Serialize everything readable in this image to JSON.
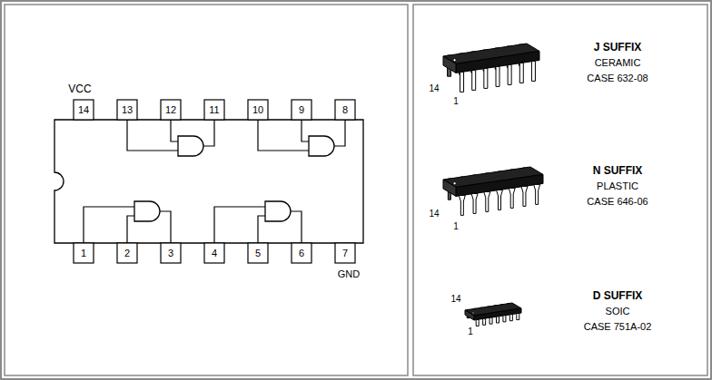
{
  "diagram": {
    "labels": [
      "VCC",
      "14",
      "13",
      "12",
      "11",
      "10",
      "9",
      "8",
      "1",
      "2",
      "3",
      "4",
      "5",
      "6",
      "7",
      "GND",
      "J SUFFIX",
      "CERAMIC",
      "CASE 632-08",
      "14",
      "1",
      "N SUFFIX",
      "PLASTIC",
      "CASE 646-06",
      "14",
      "1",
      "D SUFFIX",
      "SOIC",
      "CASE 751A-02",
      "14",
      "1"
    ]
  }
}
